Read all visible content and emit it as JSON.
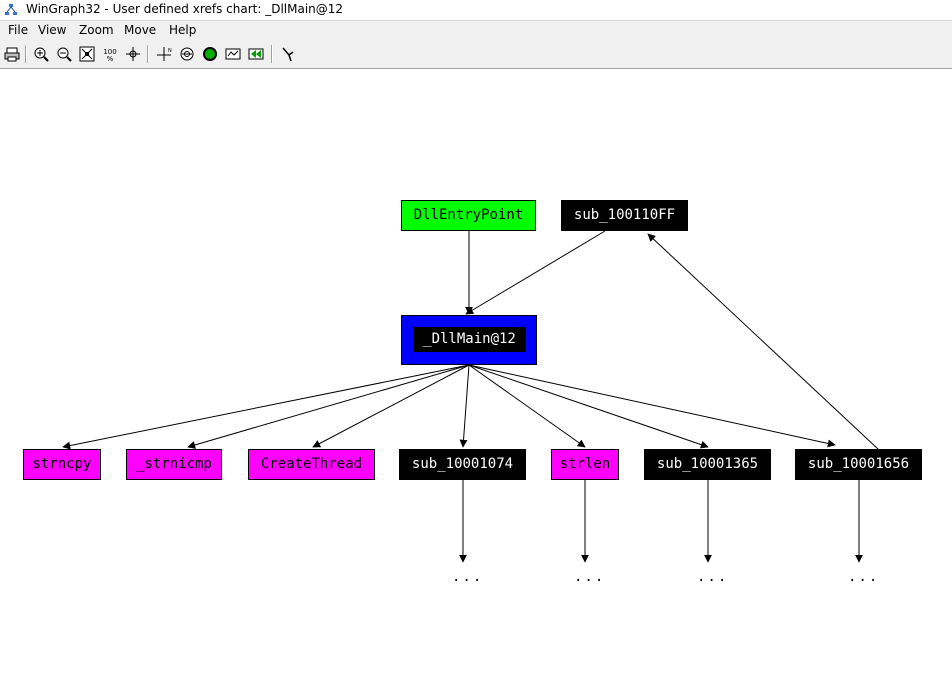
{
  "window": {
    "title": "WinGraph32 - User defined xrefs chart: _DllMain@12"
  },
  "menu": [
    "File",
    "View",
    "Zoom",
    "Move",
    "Help"
  ],
  "toolbar": {
    "buttons": [
      "print-icon",
      "zoom-in-icon",
      "zoom-out-icon",
      "fit-window-icon",
      "zoom-100-icon",
      "center-icon",
      "move-north-icon",
      "rotate-icon",
      "layout-icon",
      "overview-icon",
      "next-icon",
      "pointer-icon"
    ],
    "zoom_100_label": "100"
  },
  "graph": {
    "nodes": {
      "dllentrypoint": "DllEntryPoint",
      "sub_100110ff": "sub_100110FF",
      "dllmain": "_DllMain@12",
      "strncpy": "strncpy",
      "strnicmp": "_strnicmp",
      "createthread": "CreateThread",
      "sub_10001074": "sub_10001074",
      "strlen": "strlen",
      "sub_10001365": "sub_10001365",
      "sub_10001656": "sub_10001656"
    },
    "ellipsis": "...",
    "colors": {
      "start_node": "#00ff00",
      "focus_node": "#0000ff",
      "function_node": "#000000",
      "library_node": "#ff00ff"
    }
  }
}
